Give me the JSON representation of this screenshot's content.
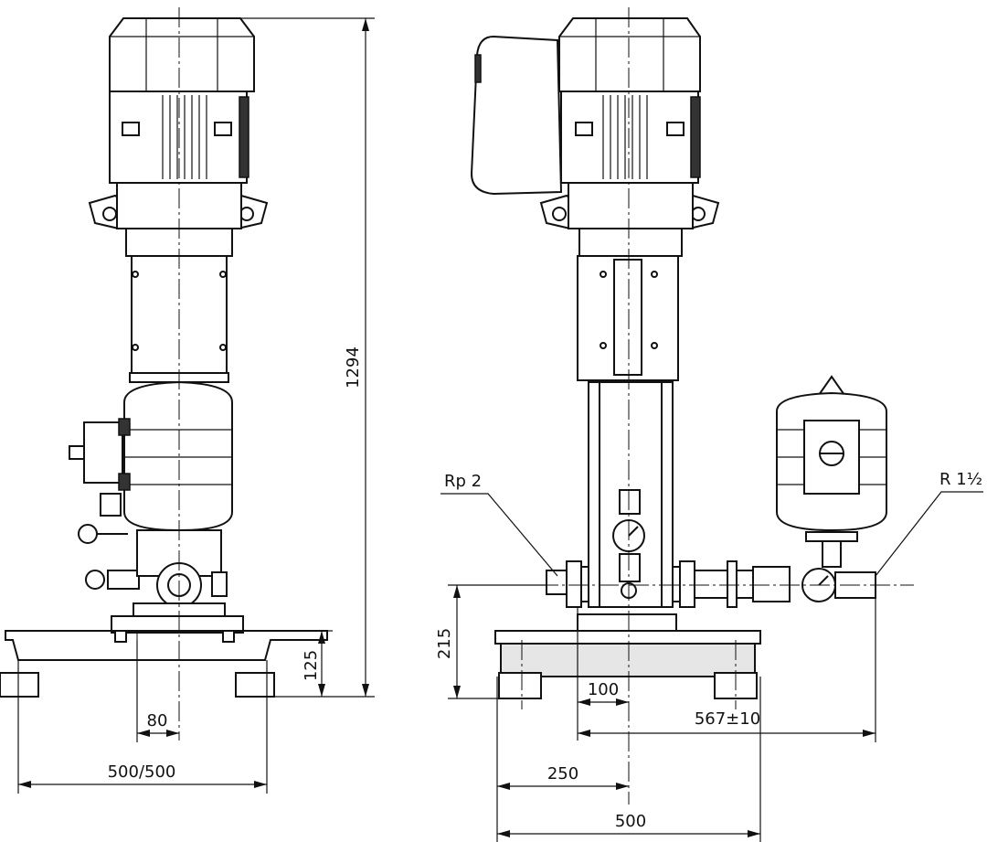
{
  "dimensions": {
    "total_height": "1294",
    "base_height_side": "125",
    "offset_80": "80",
    "footprint_side": "500/500",
    "inlet_height": "215",
    "offset_100": "100",
    "connection_span": "567±10",
    "half_width": "250",
    "base_width": "500"
  },
  "connections": {
    "inlet": "Rp 2",
    "outlet": "R 1½"
  }
}
